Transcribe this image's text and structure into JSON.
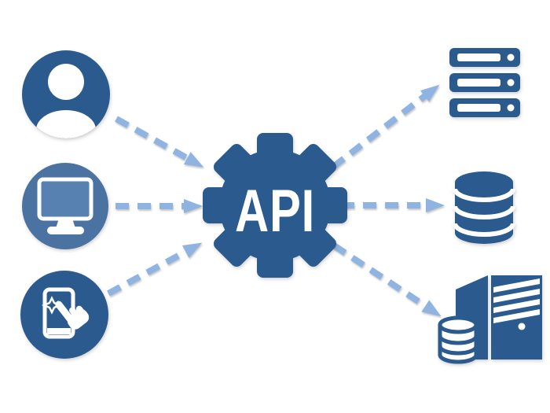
{
  "gear": {
    "label": "API",
    "icon": "gear-icon"
  },
  "left_nodes": [
    {
      "id": "user",
      "icon": "user-icon",
      "shape": "circle",
      "color": "#2b5b8e"
    },
    {
      "id": "desktop",
      "icon": "desktop-monitor-icon",
      "shape": "circle",
      "color": "#4a73a2"
    },
    {
      "id": "mobile",
      "icon": "mobile-tap-icon",
      "shape": "circle",
      "color": "#2b5b8e"
    }
  ],
  "right_nodes": [
    {
      "id": "server-rack",
      "icon": "server-rack-icon",
      "color": "#2b5b8e"
    },
    {
      "id": "database",
      "icon": "database-icon",
      "color": "#2b5b8e"
    },
    {
      "id": "database-server",
      "icon": "database-server-icon",
      "color": "#2b5b8e"
    }
  ],
  "arrows": [
    {
      "from": "user",
      "to": "api",
      "style": "dashed"
    },
    {
      "from": "desktop",
      "to": "api",
      "style": "dashed"
    },
    {
      "from": "mobile",
      "to": "api",
      "style": "dashed"
    },
    {
      "from": "api",
      "to": "server-rack",
      "style": "dashed"
    },
    {
      "from": "api",
      "to": "database",
      "style": "dashed"
    },
    {
      "from": "api",
      "to": "database-server",
      "style": "dashed"
    }
  ],
  "colors": {
    "background": "#ffffff",
    "icon_dark_blue": "#2b5b8e",
    "icon_medium_blue": "#4a73a2",
    "monitor_screen_blue": "#5681b0",
    "arrow_light_blue": "#8fb4e2",
    "icon_white": "#ffffff"
  }
}
